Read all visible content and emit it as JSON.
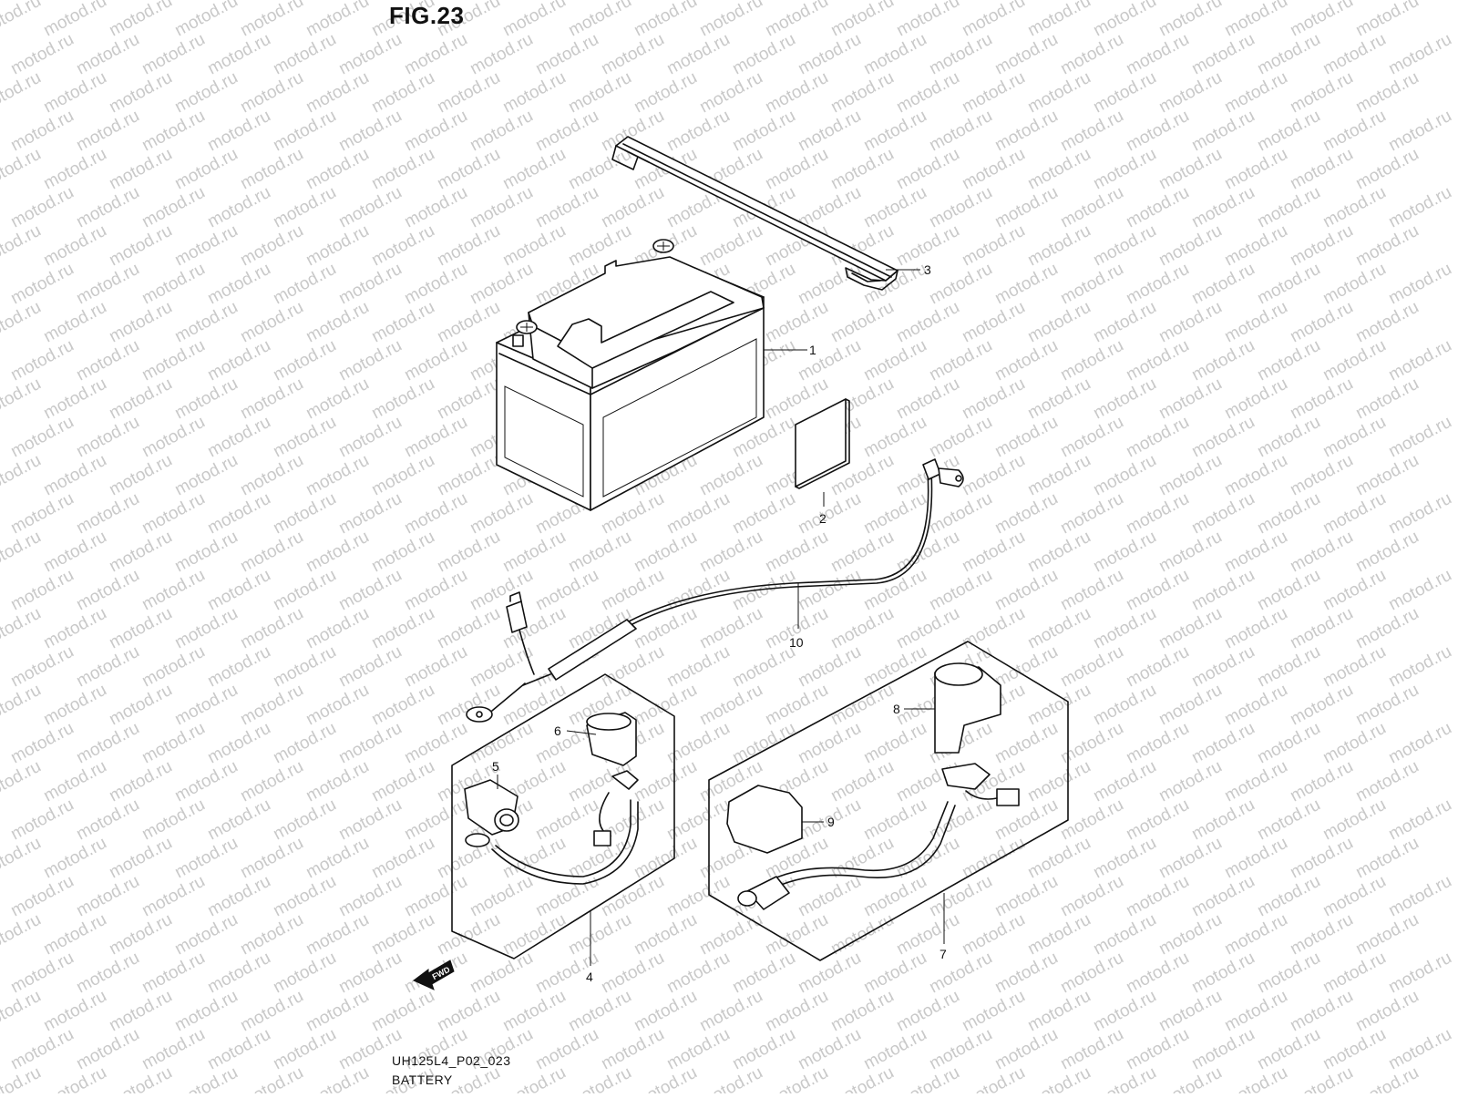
{
  "figure": {
    "title": "FIG.23",
    "code": "UH125L4_P02_023",
    "name": "BATTERY"
  },
  "watermark": {
    "text": "motod.ru"
  },
  "direction_marker": {
    "text": "FWD",
    "icon": "fwd-arrow-icon"
  },
  "callouts": [
    {
      "number": "1",
      "part": "battery"
    },
    {
      "number": "2",
      "part": "battery-label-plate"
    },
    {
      "number": "3",
      "part": "battery-strap"
    },
    {
      "number": "4",
      "part": "starter-cable-set"
    },
    {
      "number": "5",
      "part": "terminal-cover"
    },
    {
      "number": "6",
      "part": "terminal-cap"
    },
    {
      "number": "7",
      "part": "battery-lead-set"
    },
    {
      "number": "8",
      "part": "terminal-cap"
    },
    {
      "number": "9",
      "part": "terminal-cover"
    },
    {
      "number": "10",
      "part": "ground-wire"
    }
  ]
}
